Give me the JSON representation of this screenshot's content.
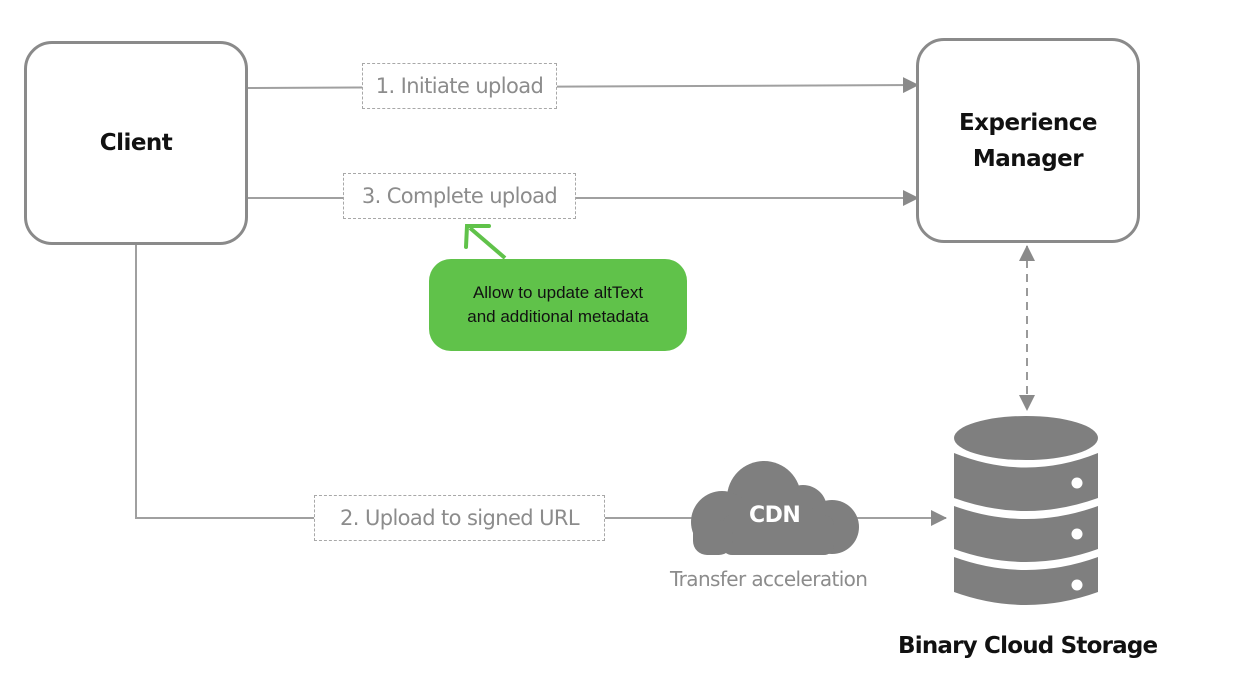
{
  "nodes": {
    "client": "Client",
    "experience_manager_line1": "Experience",
    "experience_manager_line2": "Manager",
    "storage": "Binary Cloud Storage",
    "cdn": "CDN"
  },
  "steps": {
    "initiate": "1. Initiate upload",
    "upload": "2. Upload to signed URL",
    "complete": "3. Complete upload"
  },
  "cdn_caption": "Transfer acceleration",
  "callout": {
    "line1": "Allow to update altText",
    "line2": "and additional metadata"
  },
  "colors": {
    "line": "#8a8a8a",
    "callout": "#60c24a",
    "icon": "#7f7f7f"
  }
}
